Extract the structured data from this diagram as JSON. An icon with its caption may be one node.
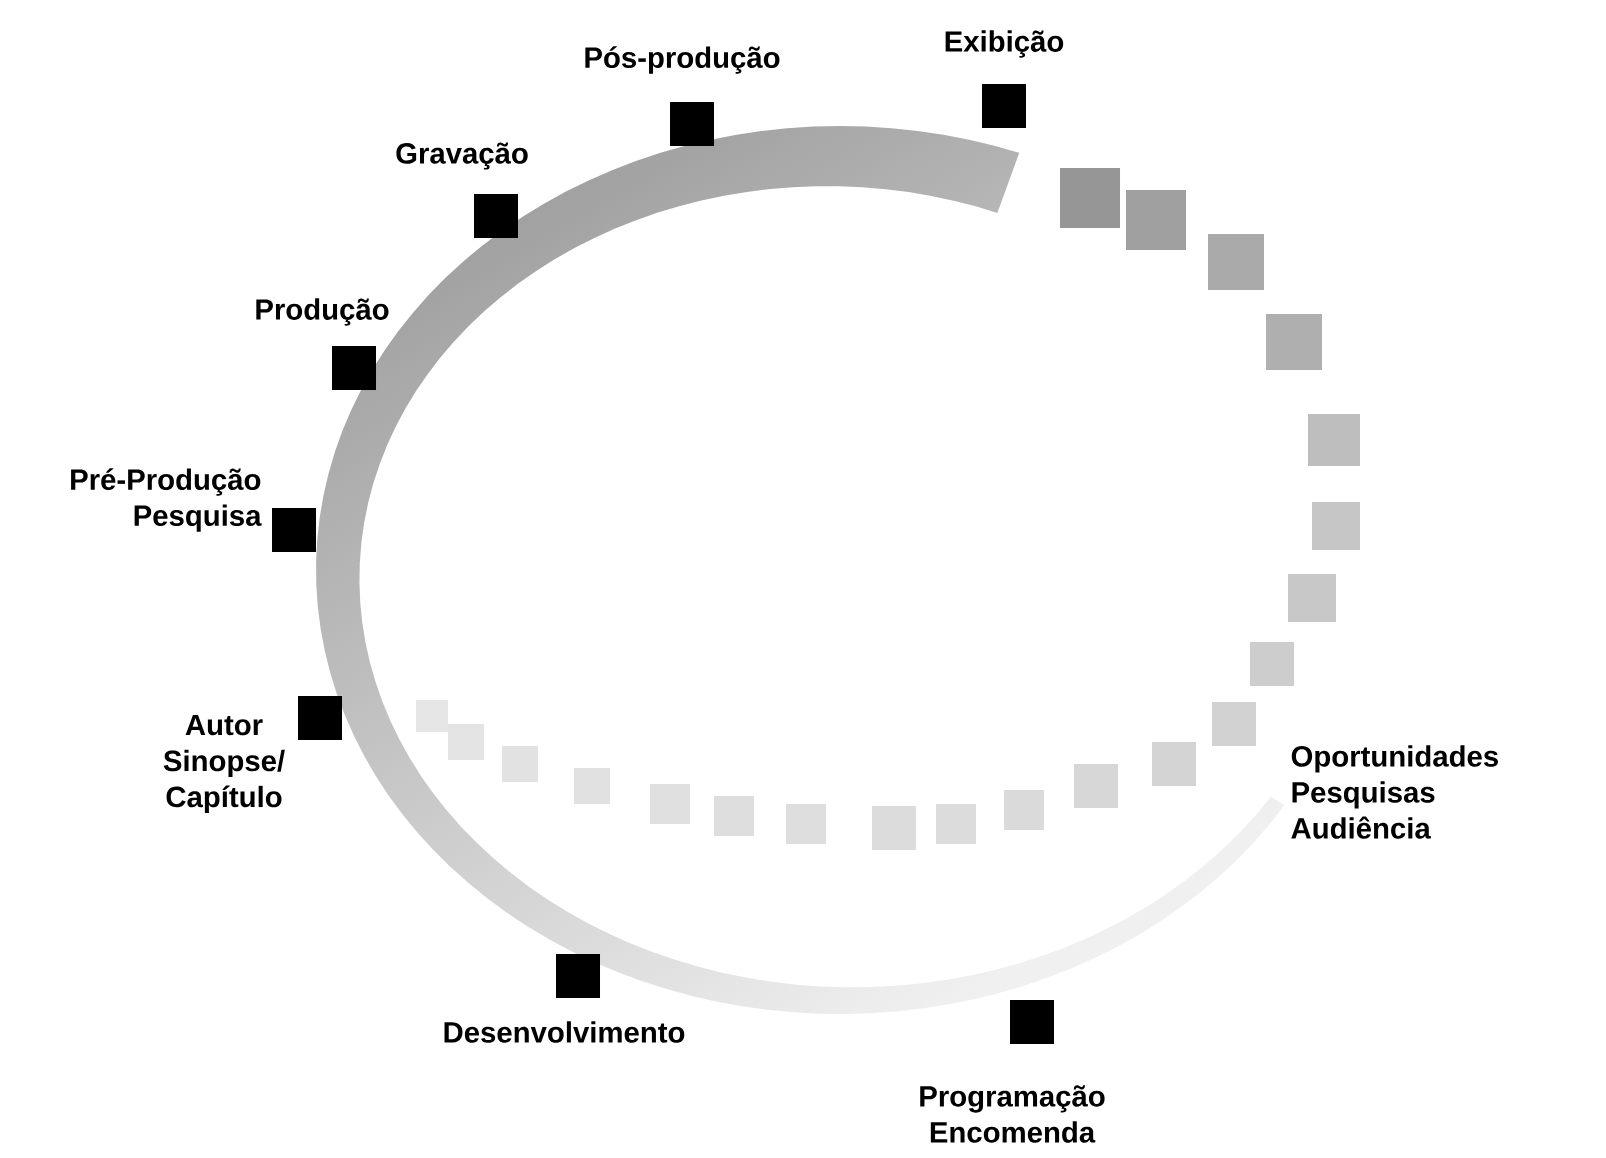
{
  "diagram": {
    "nodes": [
      {
        "text": [
          "Exibição"
        ]
      },
      {
        "text": [
          "Pós-produção"
        ]
      },
      {
        "text": [
          "Gravação"
        ]
      },
      {
        "text": [
          "Produção"
        ]
      },
      {
        "text": [
          "Pré-Produção Pesquisa"
        ]
      },
      {
        "text": [
          "Autor Sinopse/ Capítulo"
        ]
      },
      {
        "text": [
          "Desenvolvimento"
        ]
      },
      {
        "text": [
          "Programação Encomenda"
        ]
      }
    ],
    "labels": [
      "Oportunidades Pesquisas Audiência"
    ]
  }
}
